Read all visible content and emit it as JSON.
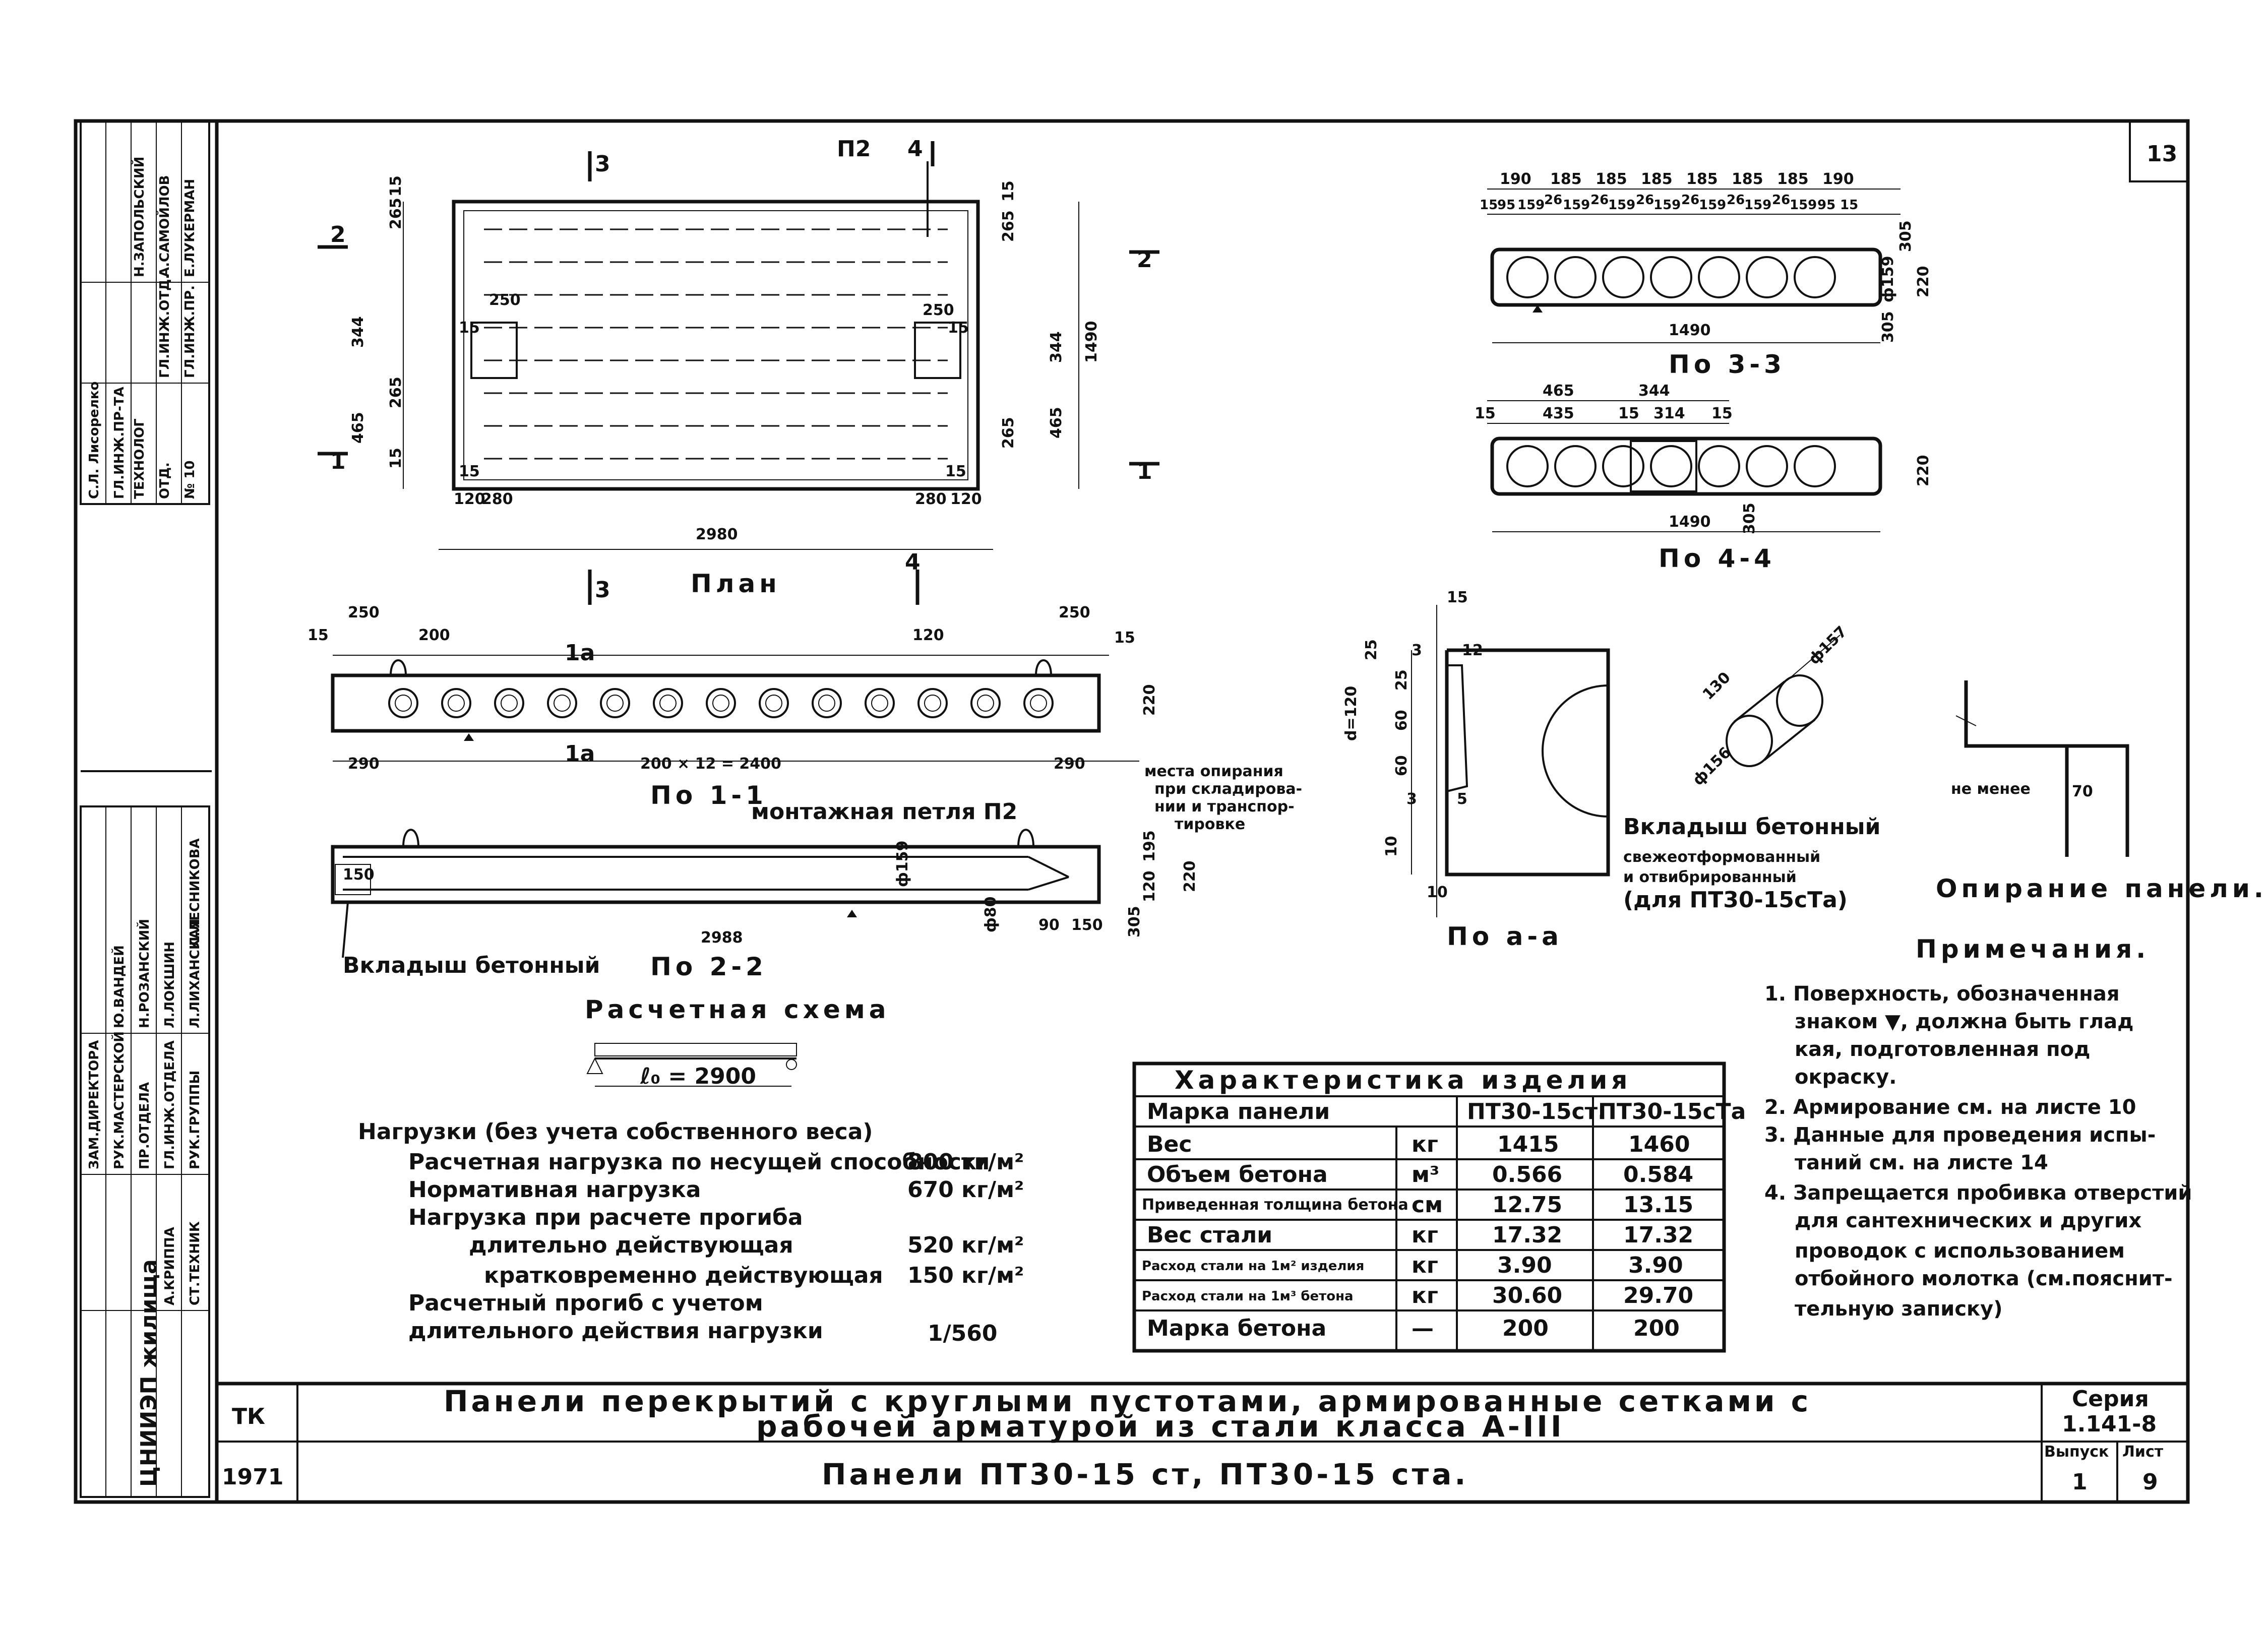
{
  "sheet_number": "13",
  "stamp": {
    "org_logo": "ЦНИИЭП жилища",
    "top_rows": [
      "С.Л. Лисорелко",
      "ГЛ.ИНЖ.ПР-ТА",
      "ТЕХНОЛОГ",
      "ОТД.",
      "№ 10",
      "ГЛ.ИНЖ.ОТД.",
      "ГЛ.ИНЖ.ПР.",
      "Н.ЗАПОЛЬСКИЙ",
      "А.САМОЙЛОВ",
      "Е.ЛУКЕРМАН"
    ],
    "bottom_rows": [
      "ЗАМ.ДИРЕКТОРА",
      "РУК.МАСТЕРСКОЙ",
      "ПР.ОТДЕЛА",
      "ГЛ.ИНЖ.ОТДЕЛА",
      "РУК.ГРУППЫ",
      "СТ.ТЕХНИК",
      "Ю.ВАНДЕЙ",
      "Н.РОЗАНСКИЙ",
      "Л.ЛОКШИН",
      "Л.ЛИХАНСКАЯ",
      "Л.ЛЕСНИКОВА",
      "А.КРИППА"
    ]
  },
  "views": {
    "plan": {
      "title": "План",
      "length": "2980",
      "width": "1490",
      "dims": [
        "265",
        "15",
        "15",
        "344",
        "465",
        "265",
        "15",
        "15",
        "120",
        "280",
        "280",
        "120",
        "250",
        "250",
        "15",
        "15",
        "465",
        "344",
        "265",
        "15",
        "265"
      ],
      "marks": [
        "1",
        "1",
        "2",
        "2",
        "3",
        "3",
        "4",
        "4",
        "П2"
      ]
    },
    "section_11": {
      "title": "По 1-1",
      "dims": [
        "250",
        "15",
        "200",
        "120",
        "250",
        "15",
        "220",
        "290",
        "200 × 12 = 2400",
        "290"
      ],
      "marks": [
        "1a",
        "1a"
      ]
    },
    "section_22": {
      "title": "По 2-2",
      "dims": [
        "150",
        "ф159",
        "120",
        "195",
        "305",
        "220",
        "2988",
        "ф80",
        "90",
        "150"
      ],
      "loop_label": "монтажная петля П2",
      "insert_label": "Вкладыш бетонный"
    },
    "section_33": {
      "title": "По 3-3",
      "top_dims": [
        "190",
        "185",
        "185",
        "185",
        "185",
        "185",
        "185",
        "190"
      ],
      "sub_dims": [
        "15",
        "95",
        "159",
        "26",
        "159",
        "26",
        "159",
        "26",
        "159",
        "26",
        "159",
        "26",
        "159",
        "26",
        "159",
        "95",
        "15"
      ],
      "dims": [
        "1490",
        "305",
        "ф159",
        "220",
        "305"
      ]
    },
    "section_44": {
      "title": "По 4-4",
      "dims": [
        "465",
        "344",
        "15",
        "435",
        "15",
        "314",
        "15",
        "1490",
        "305",
        "220"
      ]
    },
    "section_aa": {
      "title": "По а-а",
      "dims": [
        "15",
        "25",
        "3",
        "12",
        "25",
        "60",
        "d=120",
        "60",
        "3",
        "5",
        "10",
        "10"
      ]
    },
    "insert": {
      "dims": [
        "130",
        "ф157",
        "ф156"
      ],
      "label_lines": [
        "Вкладыш бетонный",
        "свежеотформованный",
        "и отвибрированный",
        "(для ПТ30-15сТа)"
      ]
    },
    "support": {
      "label": "Опирание панели.",
      "min_label": "не менее",
      "min_value": "70"
    },
    "support_places": [
      "места опирания",
      "при складирова-",
      "нии и транспор-",
      "тировке"
    ]
  },
  "calc_scheme": {
    "title": "Расчетная схема",
    "span": "ℓ₀ = 2900"
  },
  "loads": {
    "heading": "Нагрузки (без учета собственного веса)",
    "rows": [
      {
        "label": "Расчетная нагрузка по несущей способности",
        "value": "800 кг/м²"
      },
      {
        "label": "Нормативная нагрузка",
        "value": "670 кг/м²"
      },
      {
        "label": "Нагрузка при расчете прогиба",
        "value": ""
      },
      {
        "label": "длительно действующая",
        "value": "520 кг/м²"
      },
      {
        "label": "кратковременно действующая",
        "value": "150 кг/м²"
      },
      {
        "label": "Расчетный прогиб с учетом",
        "value": ""
      },
      {
        "label": "длительного действия нагрузки",
        "value": "1/560"
      }
    ]
  },
  "characteristics": {
    "title": "Характеристика изделия",
    "header": [
      "Марка панели",
      "",
      "ПТ30-15ст.",
      "ПТ30-15сТа"
    ],
    "rows": [
      [
        "Вес",
        "кг",
        "1415",
        "1460"
      ],
      [
        "Объем бетона",
        "м³",
        "0.566",
        "0.584"
      ],
      [
        "Приведенная толщина бетона",
        "см",
        "12.75",
        "13.15"
      ],
      [
        "Вес стали",
        "кг",
        "17.32",
        "17.32"
      ],
      [
        "Расход стали на 1м² изделия",
        "кг",
        "3.90",
        "3.90"
      ],
      [
        "Расход стали на 1м³ бетона",
        "кг",
        "30.60",
        "29.70"
      ],
      [
        "Марка бетона",
        "—",
        "200",
        "200"
      ]
    ]
  },
  "notes": {
    "heading": "Примечания.",
    "items": [
      "1. Поверхность, обозначенная",
      "знаком ▼, должна быть глад",
      "кая, подготовленная под",
      "окраску.",
      "2. Армирование см. на листе 10",
      "3. Данные для проведения испы-",
      "таний см. на листе 14",
      "4. Запрещается пробивка отверстий",
      "для сантехнических и других",
      "проводок с использованием",
      "отбойного молотка (см.пояснит-",
      "тельную записку)"
    ]
  },
  "title_block": {
    "code": "ТК",
    "year": "1971",
    "title_line1": "Панели перекрытий с круглыми пустотами, армированные сетками с",
    "title_line2": "рабочей арматурой из стали класса А-III",
    "subtitle": "Панели ПТ30-15 ст, ПТ30-15 ста.",
    "series_label": "Серия",
    "series_value": "1.141-8",
    "issue_label": "Выпуск",
    "issue_value": "1",
    "sheet_label": "Лист",
    "sheet_value": "9"
  }
}
